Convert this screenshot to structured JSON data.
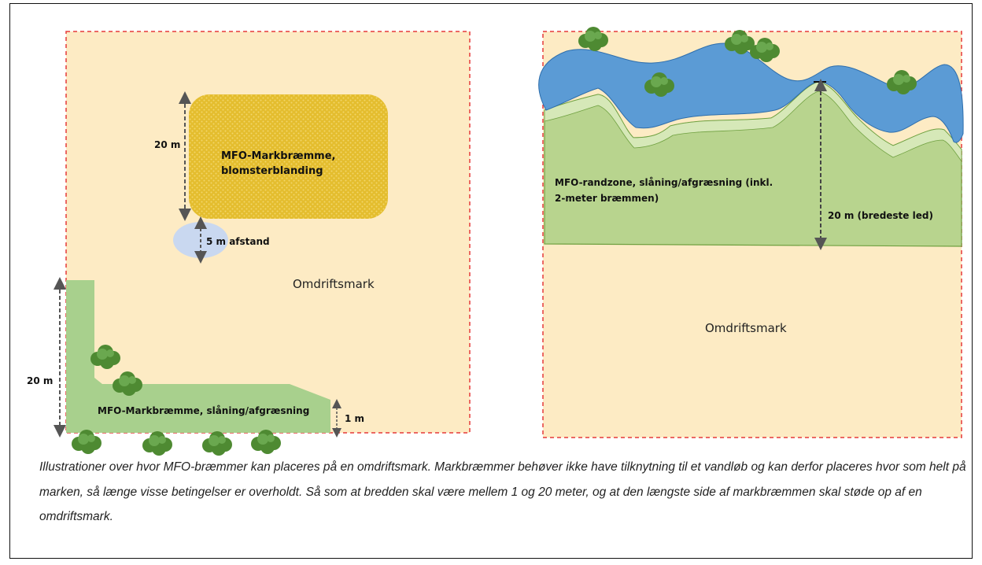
{
  "left_diagram": {
    "field_label": "Omdriftsmark",
    "flower_strip_label_line1": "MFO-Markbræmme,",
    "flower_strip_label_line2": "blomsterblanding",
    "flower_strip_width_label": "20 m",
    "distance_label": "5 m afstand",
    "grazing_strip_label": "MFO-Markbræmme, slåning/afgræsning",
    "grazing_strip_width_label": "20 m",
    "grazing_strip_narrow_label": "1 m"
  },
  "right_diagram": {
    "field_label": "Omdriftsmark",
    "buffer_zone_label_line1": "MFO-randzone, slåning/afgræsning (inkl.",
    "buffer_zone_label_line2": "2-meter bræmmen)",
    "buffer_width_label": "20 m (bredeste led)"
  },
  "caption": "Illustrationer over hvor MFO-bræmmer kan placeres på en omdriftsmark. Markbræmmer behøver ikke have tilknytning til et vandløb og kan derfor placeres hvor som helt på marken, så længe visse betingelser er overholdt. Så som at bredden skal være mellem 1 og 20 meter, og at den længste side af markbræmmen skal støde op af en omdriftsmark.",
  "colors": {
    "field": "#fdebc4",
    "field_border": "#e53a3a",
    "flower_strip": "#e6c23a",
    "grazing_strip": "#a8d08d",
    "buffer_zone": "#b8d48e",
    "water": "#5b9bd5",
    "bush": "#4e8a32",
    "distance_bubble": "#c9d8f0"
  }
}
